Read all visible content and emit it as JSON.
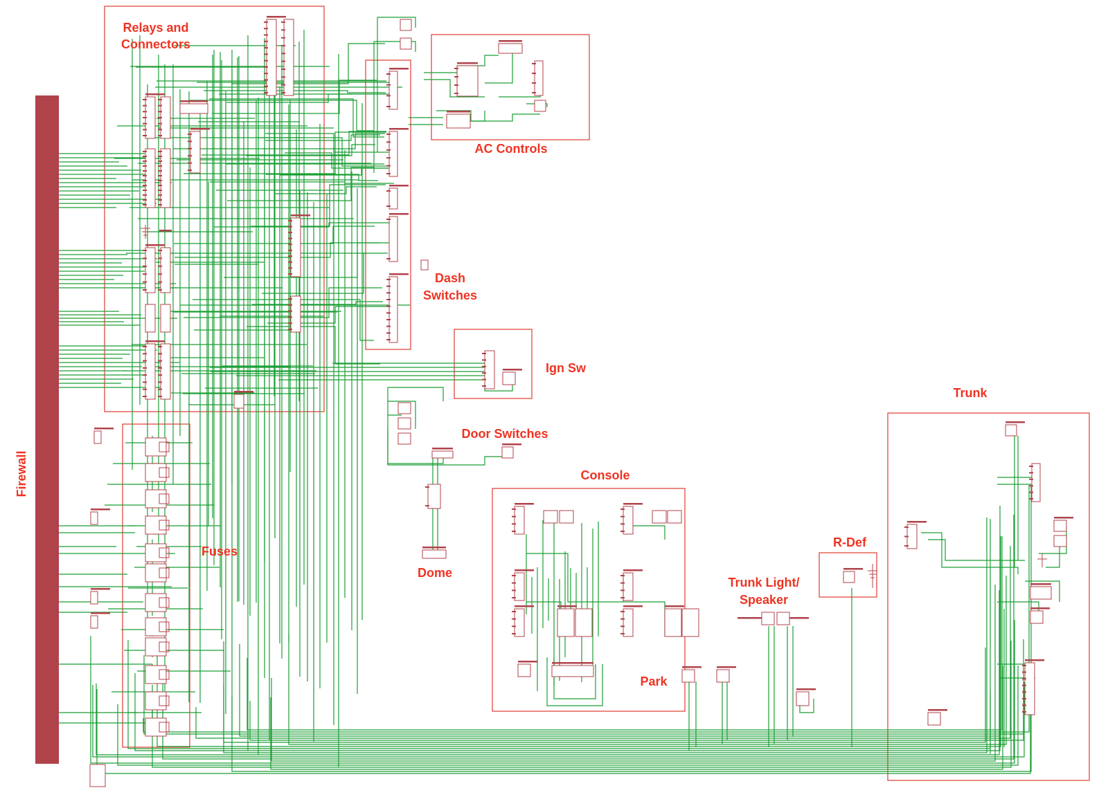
{
  "colors": {
    "wire": "#1a9e34",
    "component": "#b0424a",
    "region_outline": "#e03a2e",
    "label": "#ee3322",
    "firewall": "#b0424a"
  },
  "firewall": {
    "label": "Firewall"
  },
  "regions": {
    "relays": {
      "label_line1": "Relays and",
      "label_line2": "Connectors"
    },
    "ac": {
      "label": "AC Controls"
    },
    "dash": {
      "label_line1": "Dash",
      "label_line2": "Switches"
    },
    "ign": {
      "label": "Ign Sw"
    },
    "door": {
      "label": "Door Switches"
    },
    "console": {
      "label": "Console"
    },
    "fuses": {
      "label": "Fuses"
    },
    "dome": {
      "label": "Dome"
    },
    "park": {
      "label": "Park"
    },
    "trunk_light": {
      "label_line1": "Trunk Light/",
      "label_line2": "Speaker"
    },
    "rdef": {
      "label": "R-Def"
    },
    "trunk": {
      "label": "Trunk"
    }
  }
}
